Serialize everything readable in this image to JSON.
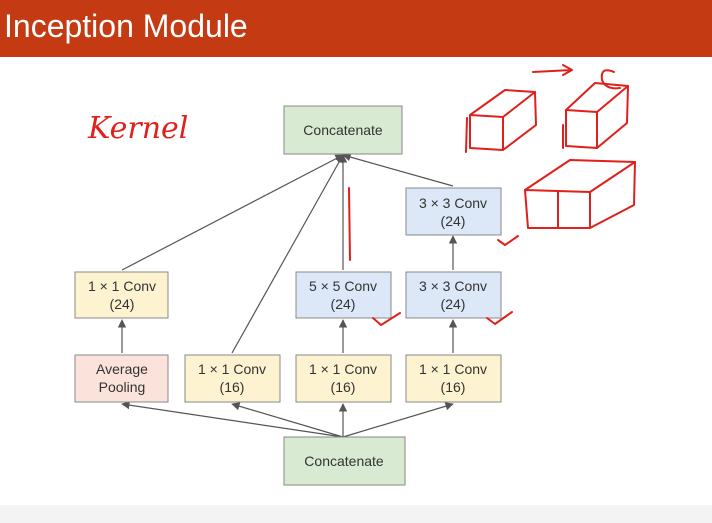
{
  "slide": {
    "title": "Inception Module"
  },
  "colors": {
    "title_bar": "#c43a12",
    "concat_fill": "#d9ead3",
    "conv_yellow": "#fdf3d0",
    "conv_blue": "#dce8f7",
    "pool_fill": "#fbe3dc",
    "annotation": "#e0201b"
  },
  "annotation": {
    "handwritten_word": "Kernel"
  },
  "nodes": {
    "concat_top": {
      "lines": [
        "Concatenate"
      ]
    },
    "conv3x3_top": {
      "lines": [
        "3 × 3 Conv",
        "(24)"
      ]
    },
    "conv1x1_left": {
      "lines": [
        "1 × 1 Conv",
        "(24)"
      ]
    },
    "conv5x5": {
      "lines": [
        "5 × 5 Conv",
        "(24)"
      ]
    },
    "conv3x3_mid": {
      "lines": [
        "3 × 3 Conv",
        "(24)"
      ]
    },
    "avg_pool": {
      "lines": [
        "Average",
        "Pooling"
      ]
    },
    "conv1x1_a": {
      "lines": [
        "1 × 1 Conv",
        "(16)"
      ]
    },
    "conv1x1_b": {
      "lines": [
        "1 × 1 Conv",
        "(16)"
      ]
    },
    "conv1x1_c": {
      "lines": [
        "1 × 1 Conv",
        "(16)"
      ]
    },
    "concat_bottom": {
      "lines": [
        "Concatenate"
      ]
    }
  }
}
